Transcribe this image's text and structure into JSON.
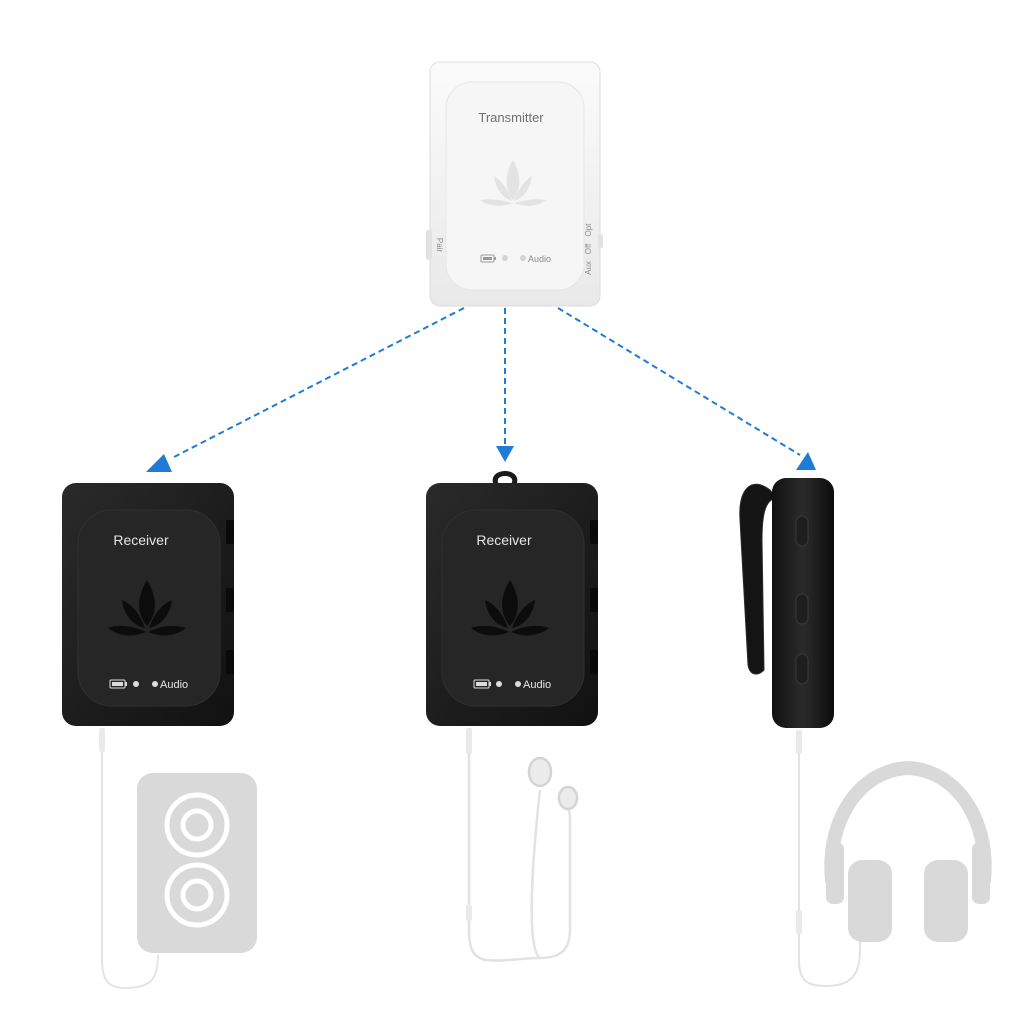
{
  "transmitter": {
    "title": "Transmitter",
    "pair_label": "Pair",
    "audio_label": "Audio",
    "switch_labels": [
      "Aux",
      "Off",
      "Opt"
    ]
  },
  "receivers": [
    {
      "title": "Receiver",
      "audio_label": "Audio"
    },
    {
      "title": "Receiver",
      "audio_label": "Audio"
    }
  ],
  "colors": {
    "arrow": "#1f7bd6",
    "receiver_body": "#1c1c1c",
    "transmitter_body": "#f1f1f1",
    "accessory": "#d9d9d9"
  },
  "icons": [
    "leaf-logo-icon",
    "battery-icon",
    "speaker-icon",
    "earphones-icon",
    "headphones-icon",
    "belt-clip-icon"
  ]
}
